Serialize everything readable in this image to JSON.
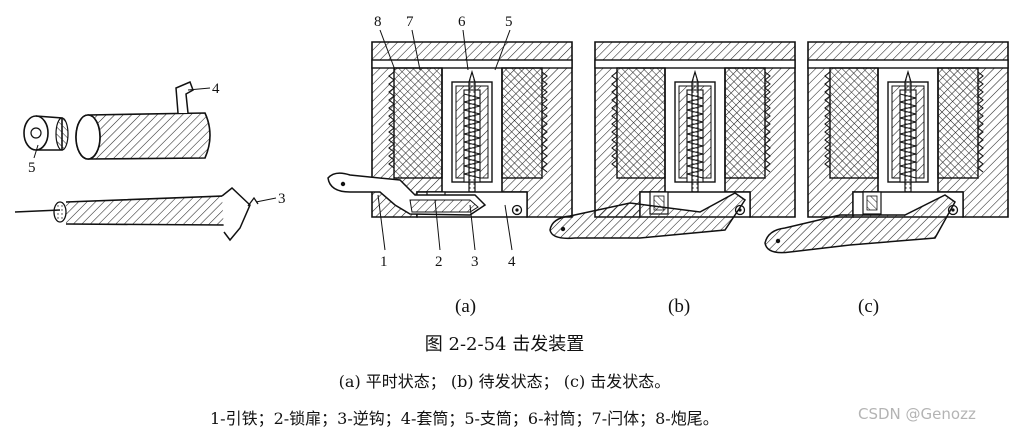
{
  "figure": {
    "title": "图 2-2-54    击发装置",
    "states": "(a) 平时状态； (b) 待发状态； (c) 击发状态。",
    "legend": "1-引铁；2-锁扉；3-逆钩；4-套筒；5-支筒；6-衬筒；7-闩体；8-炮尾。",
    "panel_labels": [
      "(a)",
      "(b)",
      "(c)"
    ],
    "left_part_labels": [
      "4",
      "5",
      "3"
    ],
    "top_callouts": [
      "8",
      "7",
      "6",
      "5"
    ],
    "bottom_callouts": [
      "1",
      "2",
      "3",
      "4"
    ]
  },
  "watermark": "CSDN @Genozz"
}
